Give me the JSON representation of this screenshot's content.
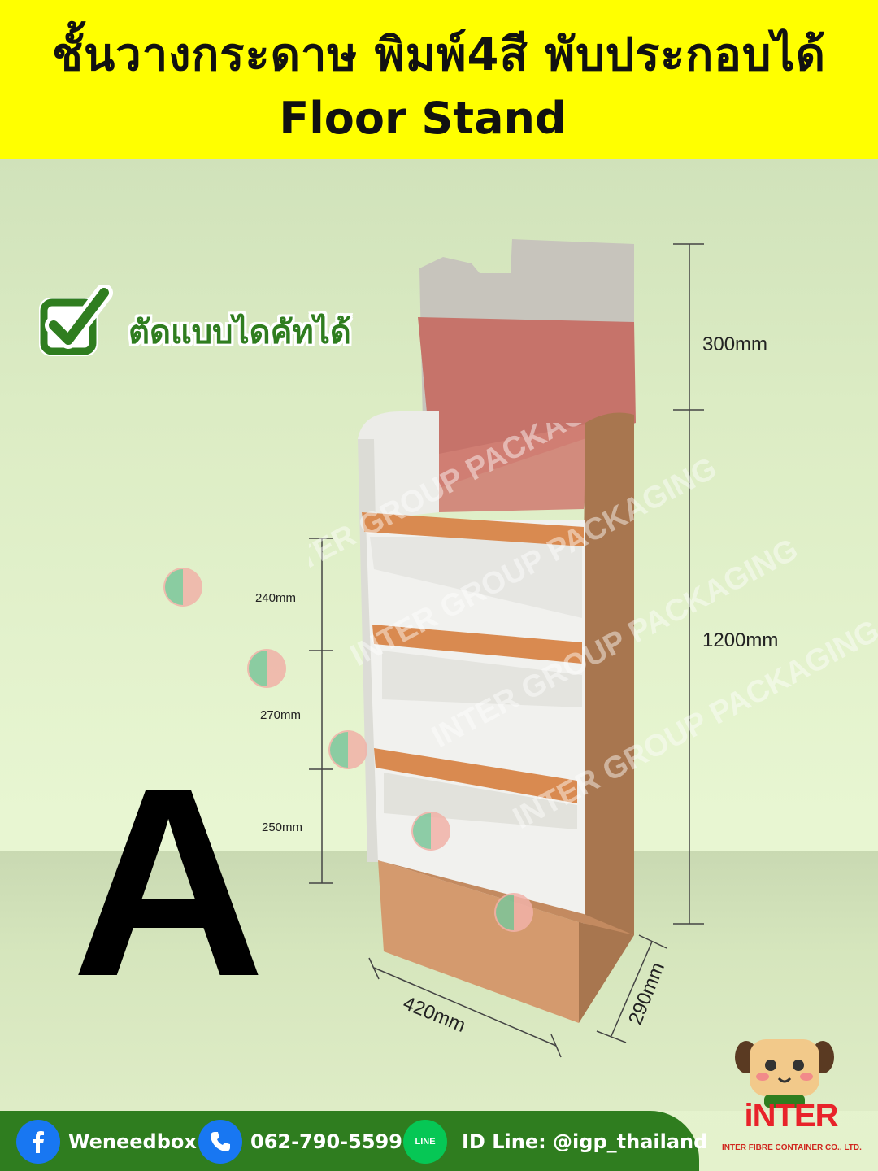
{
  "header": {
    "title_th": "ชั้นวางกระดาษ พิมพ์4สี พับประกอบได้",
    "title_en": "Floor Stand"
  },
  "badge": {
    "text": "ตัดแบบไดคัทได้",
    "icon": "checkmark-icon"
  },
  "model_letter": "A",
  "dimensions": {
    "header_height": "300mm",
    "total_height": "1200mm",
    "shelf_1": "240mm",
    "shelf_2": "270mm",
    "shelf_3": "250mm",
    "width": "420mm",
    "depth": "290mm"
  },
  "watermark_text": "INTER GROUP PACKAGING",
  "footer": {
    "facebook": "Weneedbox",
    "phone": "062-790-5599",
    "line_badge": "LINE",
    "line_id": "ID Line: @igp_thailand"
  },
  "brand": {
    "logo_text": "iNTER",
    "company": "INTER FIBRE CONTAINER CO., LTD."
  },
  "colors": {
    "header_bg": "#ffff00",
    "footer_bg": "#2f7d1f",
    "badge_green": "#2f7d1f",
    "brand_red": "#e8232a",
    "stand_kraft": "#d49a6e",
    "shelf_orange": "#d98a50",
    "header_panel": "#c8726a"
  }
}
